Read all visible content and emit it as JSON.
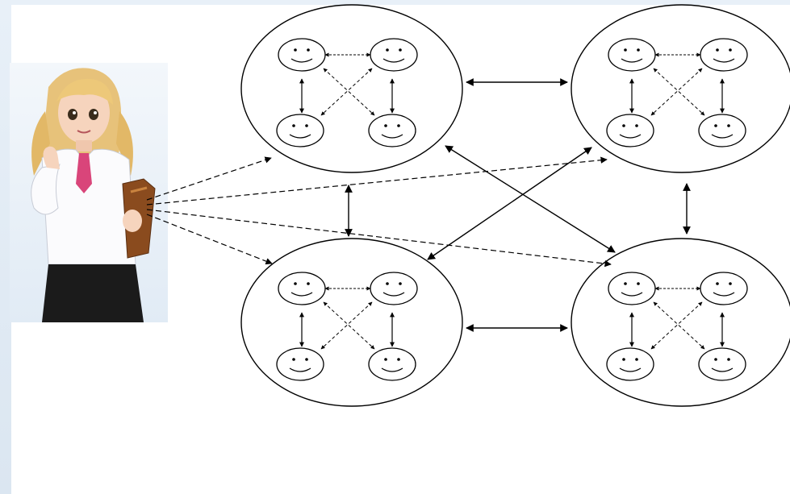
{
  "figure": {
    "description_text": "",
    "colors": {
      "background": "#dfe9f3",
      "sheet": "#ffffff",
      "ink": "#000000",
      "hair": "#e7c27a",
      "skin": "#f6d4bd",
      "tie": "#d9457a",
      "skirt": "#1b1b1b",
      "book": "#8a4b1e"
    },
    "groups": [
      {
        "id": "group-top-left",
        "members": 4
      },
      {
        "id": "group-top-right",
        "members": 4
      },
      {
        "id": "group-bottom-left",
        "members": 4
      },
      {
        "id": "group-bottom-right",
        "members": 4
      }
    ],
    "icons": [
      "teacher-figure",
      "smiley-face-icon",
      "double-arrow",
      "dashed-arrow"
    ]
  }
}
